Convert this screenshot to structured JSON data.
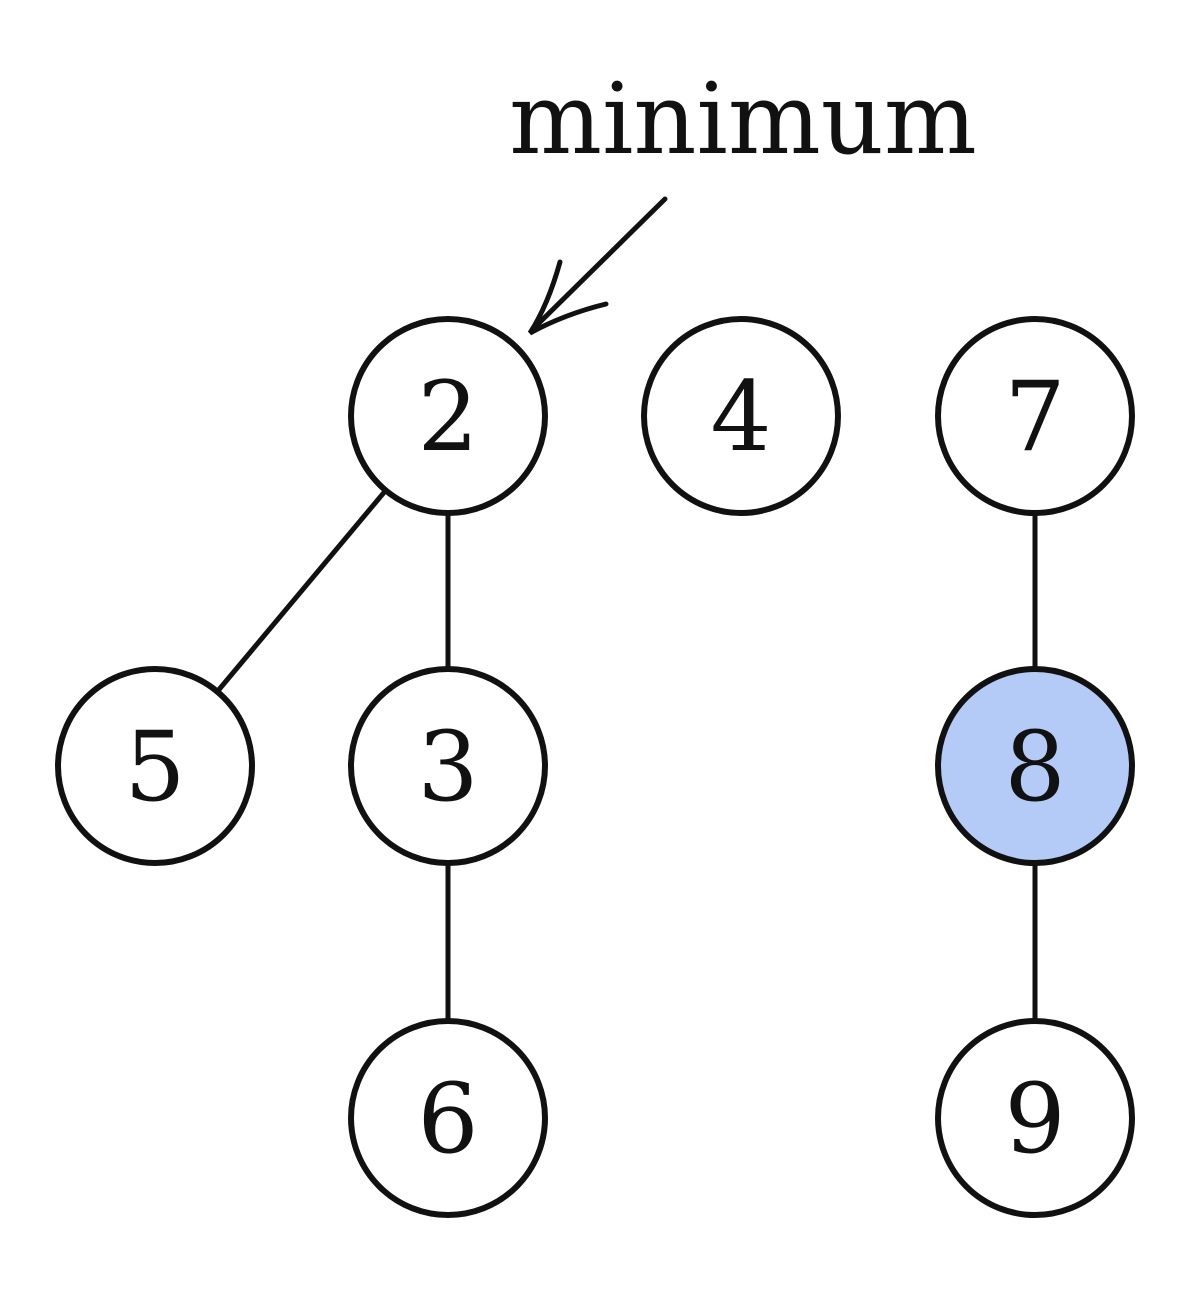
{
  "annotation": {
    "text": "minimum"
  },
  "nodes": [
    {
      "id": "2",
      "label": "2",
      "fill": "#ffffff"
    },
    {
      "id": "4",
      "label": "4",
      "fill": "#ffffff"
    },
    {
      "id": "7",
      "label": "7",
      "fill": "#ffffff"
    },
    {
      "id": "5",
      "label": "5",
      "fill": "#ffffff"
    },
    {
      "id": "3",
      "label": "3",
      "fill": "#ffffff"
    },
    {
      "id": "8",
      "label": "8",
      "fill": "#b4cbf7"
    },
    {
      "id": "6",
      "label": "6",
      "fill": "#ffffff"
    },
    {
      "id": "9",
      "label": "9",
      "fill": "#ffffff"
    }
  ],
  "edges": [
    {
      "from": "2",
      "to": "5"
    },
    {
      "from": "2",
      "to": "3"
    },
    {
      "from": "3",
      "to": "6"
    },
    {
      "from": "7",
      "to": "8"
    },
    {
      "from": "8",
      "to": "9"
    }
  ],
  "pointer": {
    "target": "2"
  }
}
